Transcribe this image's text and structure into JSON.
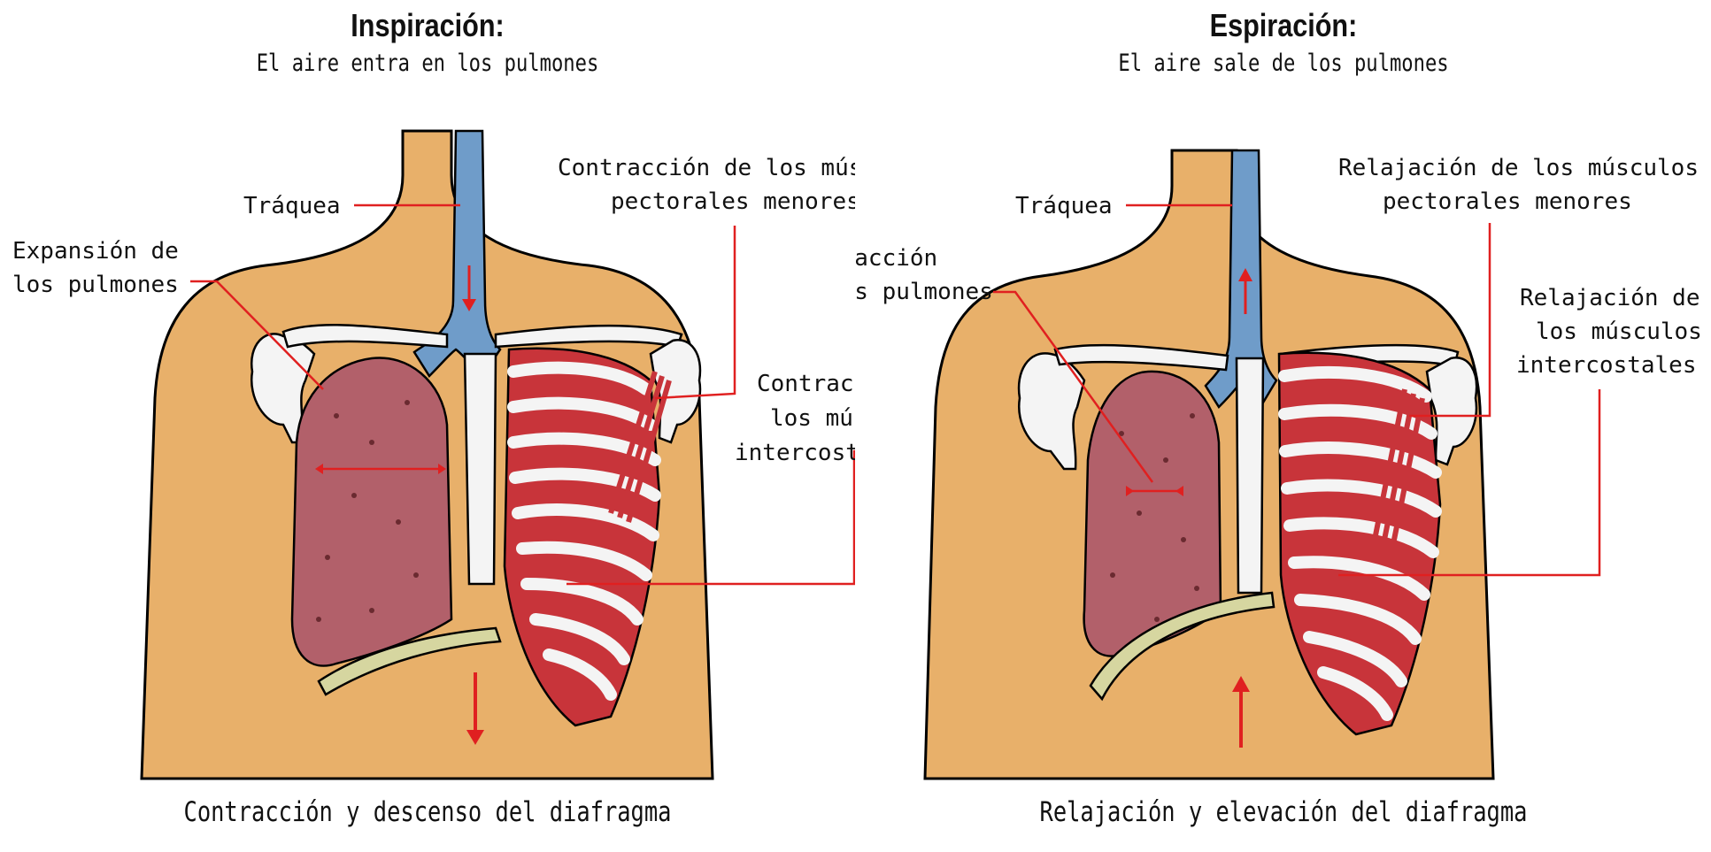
{
  "inspiration": {
    "title": "Inspiración:",
    "subtitle": "El aire entra en los pulmones",
    "caption": "Contracción y descenso del diafragma",
    "labels": {
      "trachea": "Tráquea",
      "lungs_1": "Expansión de",
      "lungs_2": "los pulmones",
      "pectoral_1": "Contracción de los músculos",
      "pectoral_2": "pectorales menores",
      "intercostal_1": "Contracción de",
      "intercostal_2": "los músculos",
      "intercostal_3": "intercostales"
    }
  },
  "expiration": {
    "title": "Espiración:",
    "subtitle": "El aire sale de los pulmones",
    "caption": "Relajación y elevación del diafragma",
    "labels": {
      "trachea": "Tráquea",
      "lungs_1": "Contracción",
      "lungs_2": "de los pulmones",
      "pectoral_1": "Relajación de los músculos",
      "pectoral_2": "pectorales menores",
      "intercostal_1": "Relajación de",
      "intercostal_2": "los músculos",
      "intercostal_3": "intercostales"
    }
  },
  "colors": {
    "skin": "#e8b06a",
    "trachea": "#6f9cc9",
    "lung": "#b2606a",
    "muscle": "#c8343a",
    "bone": "#f4f4f4",
    "diaphragm": "#d6d6a0",
    "arrow": "#e02020"
  }
}
